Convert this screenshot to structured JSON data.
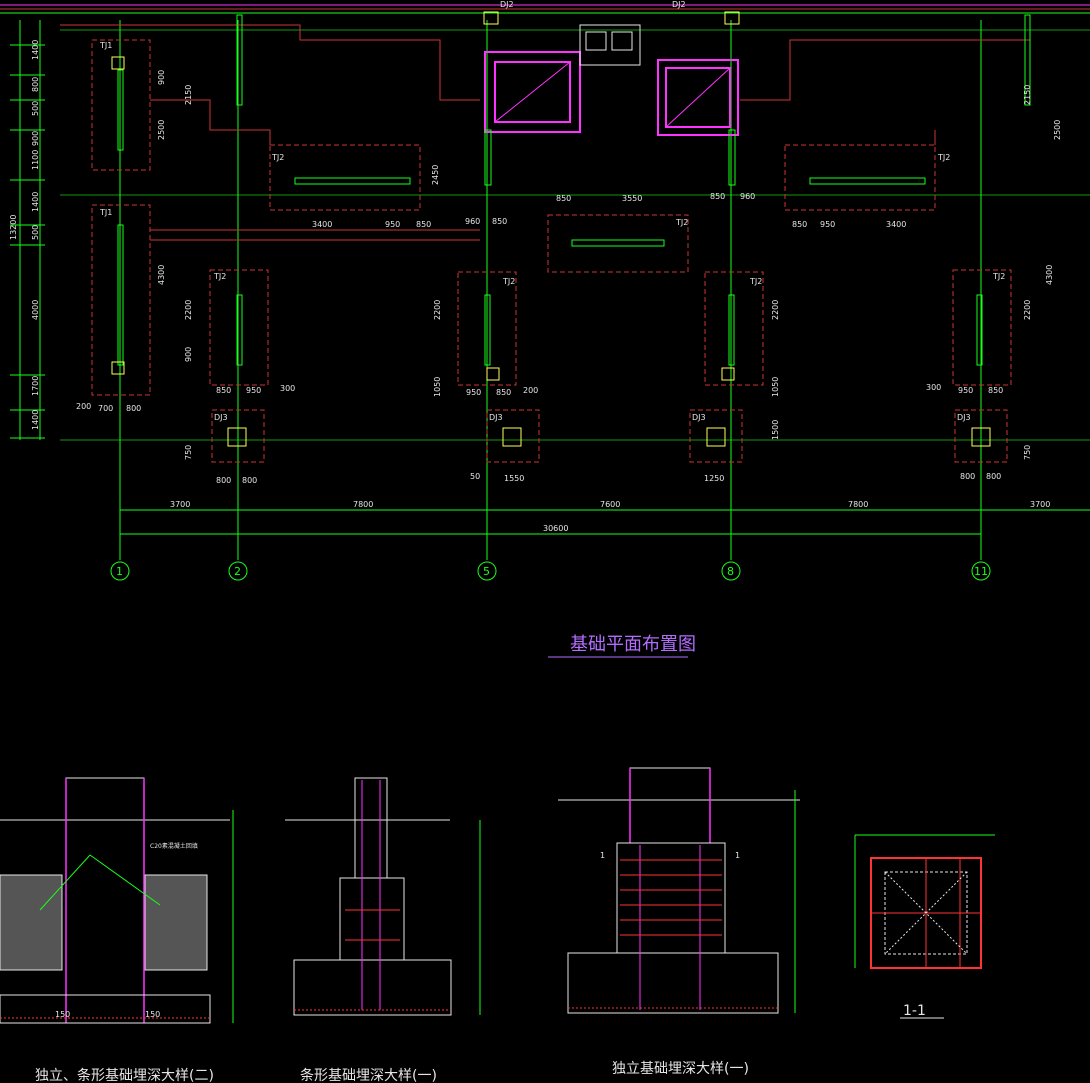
{
  "drawing": {
    "main_title": "基础平面布置图",
    "axis_labels": [
      "1",
      "2",
      "5",
      "8",
      "11"
    ],
    "bay_dims": [
      "3700",
      "7800",
      "7600",
      "7800",
      "3700"
    ],
    "total_dim": "30600",
    "left_overall_dim": "13200",
    "left_dims": [
      "1400",
      "800",
      "500",
      "900",
      "1100",
      "1400",
      "500",
      "4000",
      "1700",
      "1400"
    ],
    "foundation_labels": {
      "tj1": "TJ1",
      "tj2": "TJ2",
      "dj2": "DJ2",
      "dj3": "DJ3"
    },
    "plan_dims": {
      "d3400": "3400",
      "d950": "950",
      "d850": "850",
      "d960": "960",
      "d3550": "3550",
      "d2450": "2450",
      "d2200": "2200",
      "d1050": "1050",
      "d1500": "1500",
      "d1550": "1550",
      "d1250": "1250",
      "d800": "800",
      "d700": "700",
      "d200": "200",
      "d300": "300",
      "d50": "50",
      "d2500": "2500",
      "d2150": "2150",
      "d4300": "4300",
      "d750": "750",
      "d900": "900"
    },
    "details": {
      "d1_title": "独立、条形基础埋深大样(二)",
      "d2_title": "条形基础埋深大样(一)",
      "d3_title": "独立基础埋深大样(一)",
      "d4_title": "1-1",
      "note_c20": "C20素混凝土回填",
      "note_150": "150",
      "note_1": "1"
    }
  },
  "colors": {
    "background": "#000000",
    "axis_green": "#19ff19",
    "foundation_red": "#cc3333",
    "wall_magenta": "#ff33ff",
    "title_purple": "#b46cff",
    "text_white": "#e6e6e6",
    "column_yellow": "#ffff55"
  }
}
